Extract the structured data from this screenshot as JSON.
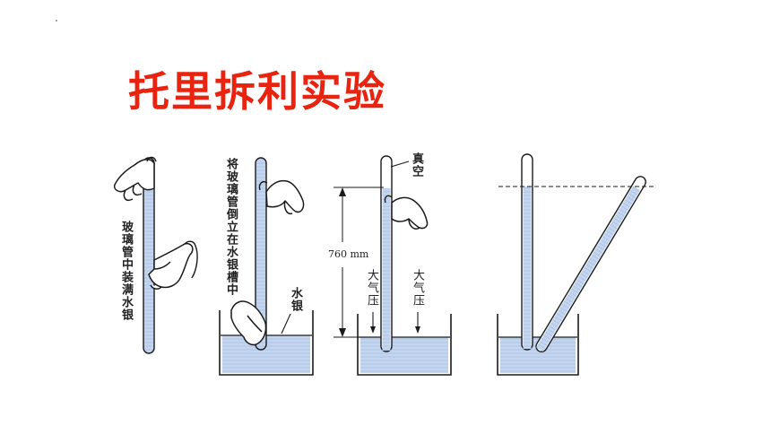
{
  "title": "托里拆利实验",
  "colors": {
    "title": "#e8230f",
    "mercury": "#bcd0ec",
    "line": "#1a1a1a"
  },
  "step1": {
    "label": "玻璃管中装满水银"
  },
  "step2": {
    "label": "将玻璃管倒立在水银槽中",
    "mercury_label": "水银"
  },
  "step3": {
    "vacuum_label": "真空",
    "height_label": "760 mm",
    "pressure_left": "大气压",
    "pressure_right": "大气压"
  },
  "step4": {}
}
